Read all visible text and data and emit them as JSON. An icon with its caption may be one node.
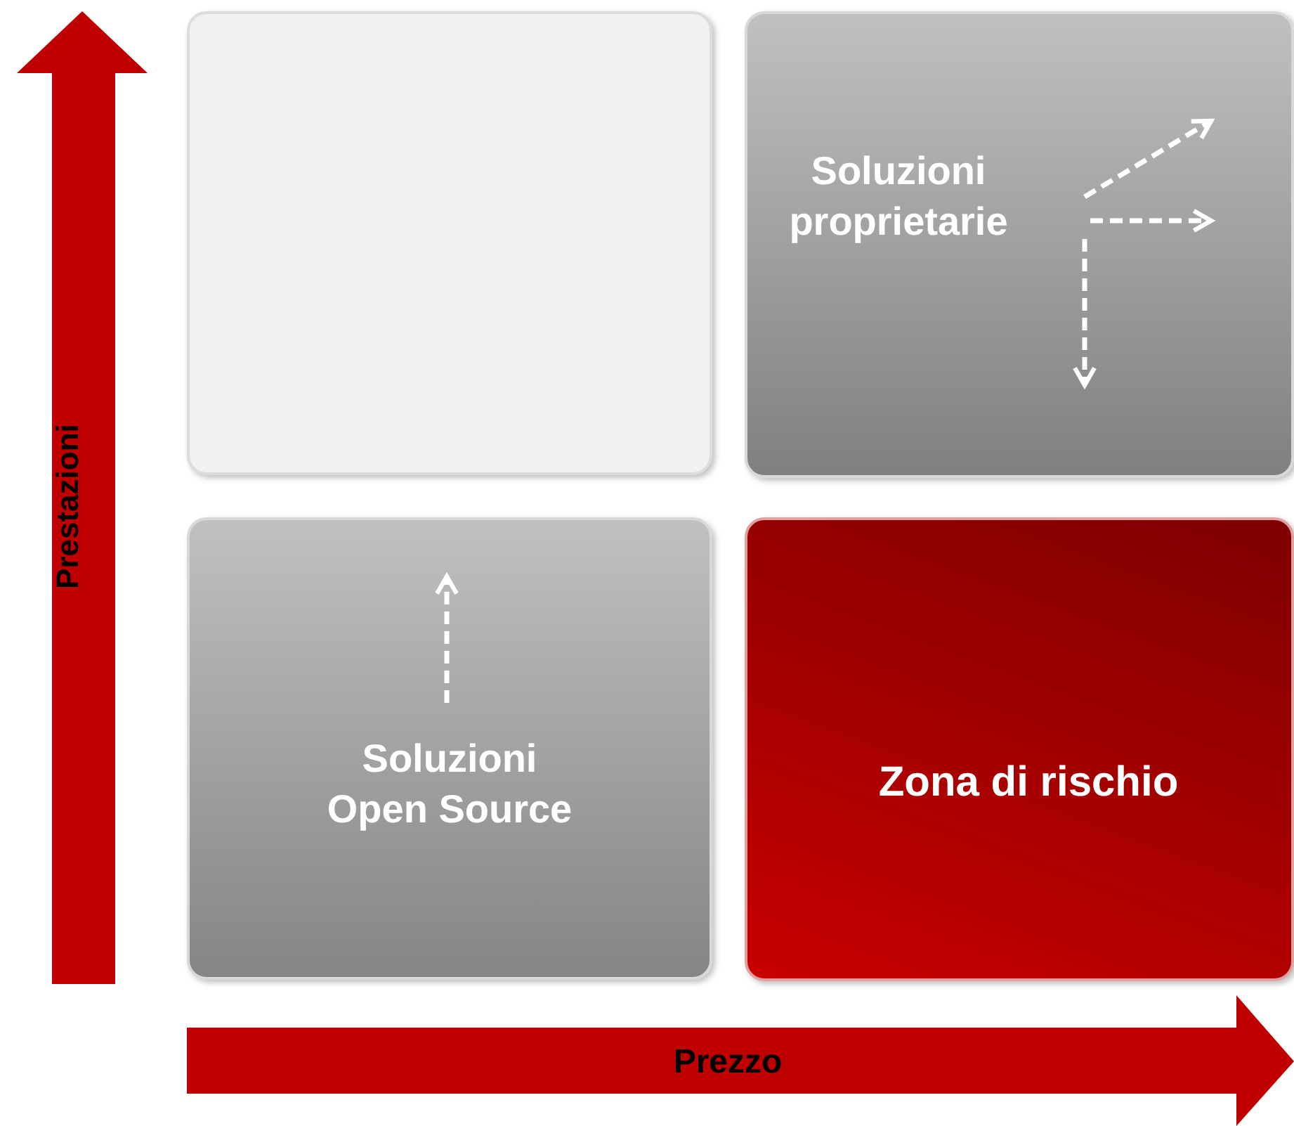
{
  "diagram": {
    "nodes": [
      {
        "text": [
          "Prestazioni"
        ]
      },
      {
        "text": [],
        "shape": "box"
      },
      {
        "text": [
          "Soluzioni proprietarie"
        ]
      },
      {
        "text": [
          "Soluzioni Open Source"
        ]
      },
      {
        "text": [
          "Zona di rischio"
        ]
      },
      {
        "text": [
          "Prezzo"
        ]
      }
    ],
    "edges": []
  }
}
